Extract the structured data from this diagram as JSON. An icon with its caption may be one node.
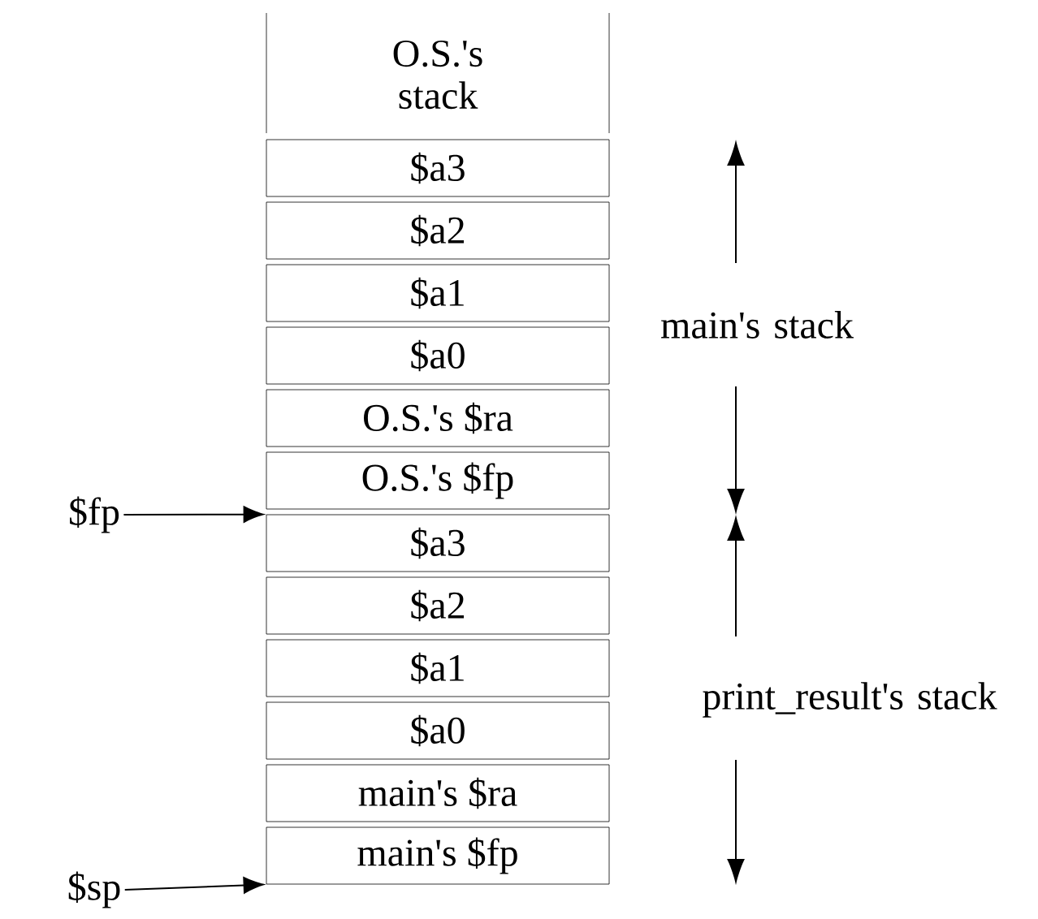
{
  "diagram": {
    "nodes": [
      {
        "text": [
          "O.S.'s stack"
        ]
      },
      {
        "text": [
          "$a3"
        ]
      },
      {
        "text": [
          "$a2"
        ]
      },
      {
        "text": [
          "$a1"
        ]
      },
      {
        "text": [
          "$a0"
        ]
      },
      {
        "text": [
          "O.S.'s $ra"
        ]
      },
      {
        "text": [
          "O.S.'s $fp"
        ]
      },
      {
        "text": [
          "$a3"
        ]
      },
      {
        "text": [
          "$a2"
        ]
      },
      {
        "text": [
          "$a1"
        ]
      },
      {
        "text": [
          "$a0"
        ]
      },
      {
        "text": [
          "main's $ra"
        ]
      },
      {
        "text": [
          "main's $fp"
        ]
      },
      {
        "text": [
          "$fp"
        ]
      },
      {
        "text": [
          "$sp"
        ]
      }
    ],
    "edges": [
      {
        "from": 13,
        "to": 7,
        "arrow": "to"
      },
      {
        "from": 14,
        "to": 12,
        "arrow": "to"
      }
    ],
    "labels": [
      "main's stack",
      "print_result's stack"
    ]
  }
}
